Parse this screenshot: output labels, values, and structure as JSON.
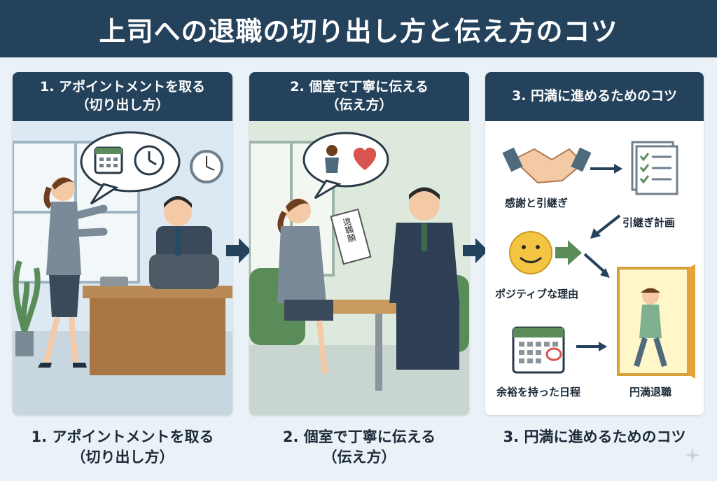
{
  "title": "上司への退職の切り出し方と伝え方のコツ",
  "panels": [
    {
      "header_line1": "1. アポイントメントを取る",
      "header_line2": "（切り出し方）",
      "caption_line1": "1. アポイントメントを取る",
      "caption_line2": "（切り出し方）",
      "icons": [
        "calendar-icon",
        "clock-icon"
      ]
    },
    {
      "header_line1": "2. 個室で丁寧に伝える",
      "header_line2": "（伝え方）",
      "caption_line1": "2. 個室で丁寧に伝える",
      "caption_line2": "（伝え方）",
      "letter_text": "退職願",
      "icons": [
        "bowing-person-icon",
        "heart-icon"
      ]
    },
    {
      "header_line1": "3. 円満に進めるためのコツ",
      "caption_line1": "3. 円満に進めるためのコツ",
      "items": [
        {
          "label": "感謝と引継ぎ",
          "icon": "handshake-icon"
        },
        {
          "label": "引継ぎ計画",
          "icon": "checklist-icon"
        },
        {
          "label": "ポジティブな理由",
          "icon": "smiley-icon"
        },
        {
          "label": "余裕を持った日程",
          "icon": "calendar-icon"
        },
        {
          "label": "円満退職",
          "icon": "door-exit-icon"
        }
      ]
    }
  ],
  "colors": {
    "navy": "#24425c",
    "background": "#eaf2f7",
    "accent_green": "#5a8c5a",
    "accent_orange": "#e8a23a"
  }
}
